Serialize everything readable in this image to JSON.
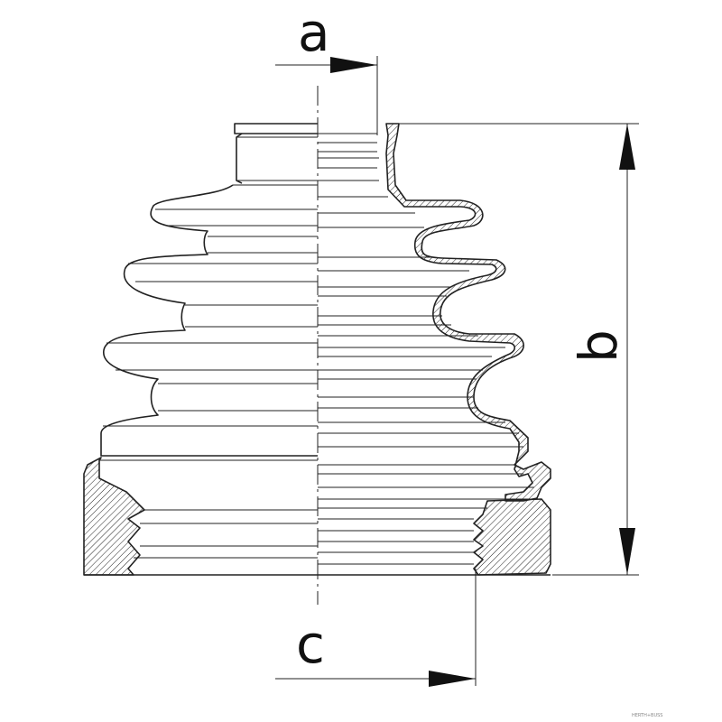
{
  "dimensions": {
    "a": "a",
    "b": "b",
    "c": "c"
  },
  "watermark": "HERTH+BUSS",
  "colors": {
    "line": "#222222",
    "background": "#ffffff"
  }
}
